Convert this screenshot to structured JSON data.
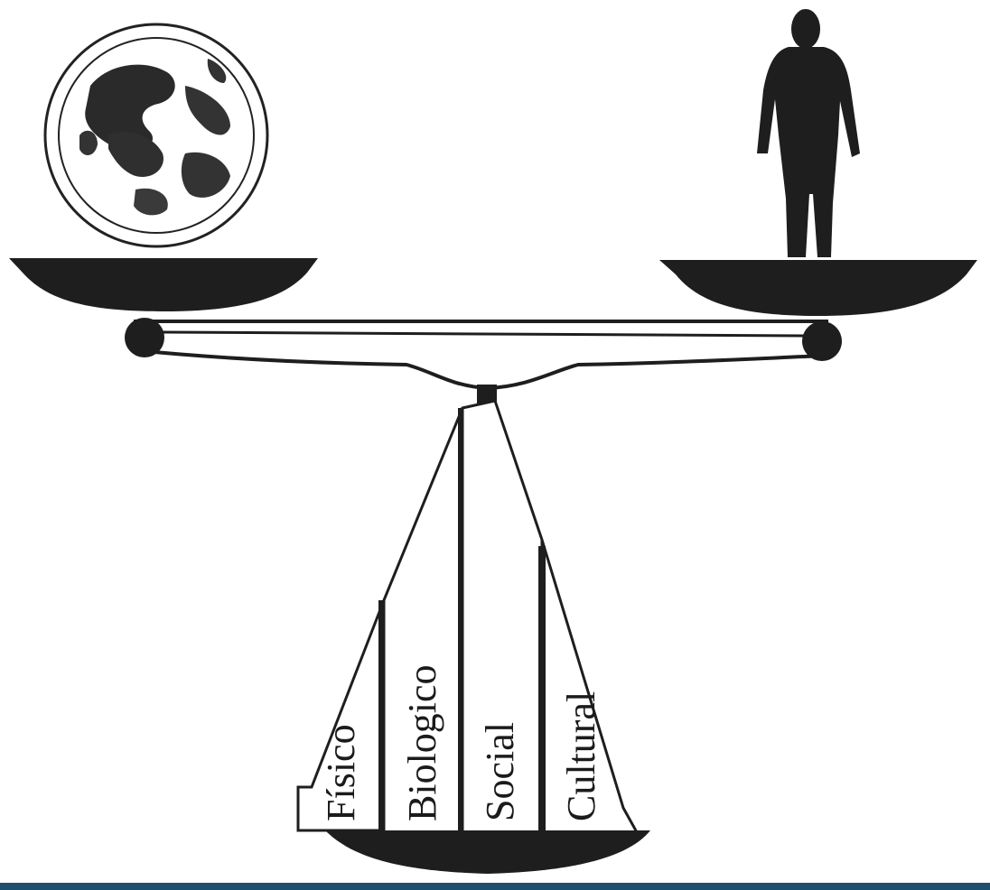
{
  "diagram": {
    "pillars": [
      {
        "id": "fisico",
        "label": "Físico"
      },
      {
        "id": "biologico",
        "label": "Biologico"
      },
      {
        "id": "social",
        "label": "Social"
      },
      {
        "id": "cultural",
        "label": "Cultural"
      }
    ],
    "left_pan_object": "earth-globe-icon",
    "right_pan_object": "human-figure-icon",
    "colors": {
      "ink": "#1c1c1c",
      "background": "#ffffff",
      "bottom_bar": "#1f4e6e"
    }
  }
}
